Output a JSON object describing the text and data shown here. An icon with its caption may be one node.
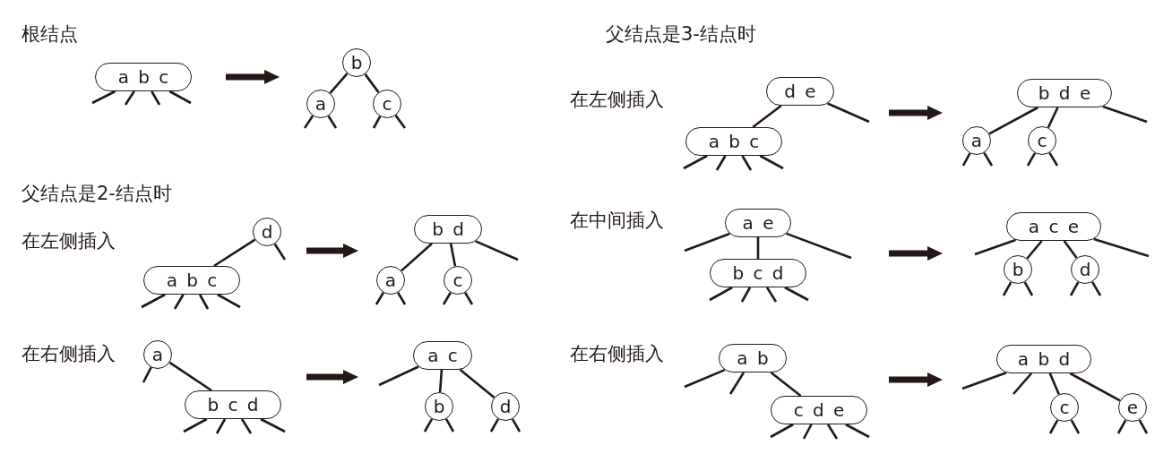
{
  "diagram": {
    "nodes": [
      {
        "text": [],
        "shape": "picture"
      },
      {
        "text": [
          "a b c"
        ],
        "in": 0
      },
      {
        "text": [],
        "shape": "picture"
      },
      {
        "text": [
          "b"
        ],
        "in": 2
      },
      {
        "text": [
          "a"
        ],
        "in": 2
      },
      {
        "text": [
          "c"
        ],
        "in": 2
      },
      {
        "text": [],
        "shape": "picture"
      },
      {
        "text": [
          "d"
        ],
        "in": 6
      },
      {
        "text": [
          "a b c"
        ],
        "in": 6
      },
      {
        "text": [],
        "shape": "picture"
      },
      {
        "text": [
          "b d"
        ],
        "in": 9
      },
      {
        "text": [
          "a"
        ],
        "in": 9
      },
      {
        "text": [
          "c"
        ],
        "in": 9
      },
      {
        "text": [],
        "shape": "picture"
      },
      {
        "text": [
          "a"
        ],
        "in": 13
      },
      {
        "text": [
          "b c d"
        ],
        "in": 13
      },
      {
        "text": [],
        "shape": "picture"
      },
      {
        "text": [
          "a c"
        ],
        "in": 16
      },
      {
        "text": [
          "b"
        ],
        "in": 16
      },
      {
        "text": [
          "d"
        ],
        "in": 16
      },
      {
        "text": [],
        "shape": "picture"
      },
      {
        "text": [
          "d e"
        ],
        "in": 20
      },
      {
        "text": [
          "a b c"
        ],
        "in": 20
      },
      {
        "text": [],
        "shape": "picture"
      },
      {
        "text": [
          "b d e"
        ],
        "in": 23
      },
      {
        "text": [
          "a"
        ],
        "in": 23
      },
      {
        "text": [
          "c"
        ],
        "in": 23
      },
      {
        "text": [],
        "shape": "picture"
      },
      {
        "text": [
          "a e"
        ],
        "in": 27
      },
      {
        "text": [
          "b c d"
        ],
        "in": 27
      },
      {
        "text": [],
        "shape": "picture"
      },
      {
        "text": [
          "a c e"
        ],
        "in": 30
      },
      {
        "text": [
          "b"
        ],
        "in": 30
      },
      {
        "text": [
          "d"
        ],
        "in": 30
      },
      {
        "text": [],
        "shape": "picture"
      },
      {
        "text": [
          "a b"
        ],
        "in": 34
      },
      {
        "text": [
          "c d e"
        ],
        "in": 34
      },
      {
        "text": [],
        "shape": "picture"
      },
      {
        "text": [
          "a b d"
        ],
        "in": 37
      },
      {
        "text": [
          "c"
        ],
        "in": 37
      },
      {
        "text": [
          "e"
        ],
        "in": 37
      }
    ],
    "edges": [
      {
        "from": 1,
        "to": null,
        "arrow": "none"
      },
      {
        "from": 1,
        "to": null,
        "arrow": "none"
      },
      {
        "from": 1,
        "to": null,
        "arrow": "none"
      },
      {
        "from": 1,
        "to": null,
        "arrow": "none"
      },
      {
        "from": 0,
        "to": 2,
        "arrow": "to",
        "style": "thick"
      },
      {
        "from": 3,
        "to": 4,
        "arrow": "none"
      },
      {
        "from": 3,
        "to": 5,
        "arrow": "none"
      },
      {
        "from": 4,
        "to": null,
        "arrow": "none"
      },
      {
        "from": 4,
        "to": null,
        "arrow": "none"
      },
      {
        "from": 5,
        "to": null,
        "arrow": "none"
      },
      {
        "from": 5,
        "to": null,
        "arrow": "none"
      },
      {
        "from": 7,
        "to": 8,
        "arrow": "none"
      },
      {
        "from": 7,
        "to": null,
        "arrow": "none"
      },
      {
        "from": 8,
        "to": null,
        "arrow": "none"
      },
      {
        "from": 8,
        "to": null,
        "arrow": "none"
      },
      {
        "from": 8,
        "to": null,
        "arrow": "none"
      },
      {
        "from": 8,
        "to": null,
        "arrow": "none"
      },
      {
        "from": 6,
        "to": 9,
        "arrow": "to",
        "style": "thick"
      },
      {
        "from": 10,
        "to": 11,
        "arrow": "none"
      },
      {
        "from": 10,
        "to": 12,
        "arrow": "none"
      },
      {
        "from": 10,
        "to": null,
        "arrow": "none"
      },
      {
        "from": 11,
        "to": null,
        "arrow": "none"
      },
      {
        "from": 11,
        "to": null,
        "arrow": "none"
      },
      {
        "from": 12,
        "to": null,
        "arrow": "none"
      },
      {
        "from": 12,
        "to": null,
        "arrow": "none"
      },
      {
        "from": 14,
        "to": 15,
        "arrow": "none"
      },
      {
        "from": 14,
        "to": null,
        "arrow": "none"
      },
      {
        "from": 15,
        "to": null,
        "arrow": "none"
      },
      {
        "from": 15,
        "to": null,
        "arrow": "none"
      },
      {
        "from": 15,
        "to": null,
        "arrow": "none"
      },
      {
        "from": 15,
        "to": null,
        "arrow": "none"
      },
      {
        "from": 13,
        "to": 16,
        "arrow": "to",
        "style": "thick"
      },
      {
        "from": 17,
        "to": 18,
        "arrow": "none"
      },
      {
        "from": 17,
        "to": 19,
        "arrow": "none"
      },
      {
        "from": 17,
        "to": null,
        "arrow": "none"
      },
      {
        "from": 18,
        "to": null,
        "arrow": "none"
      },
      {
        "from": 18,
        "to": null,
        "arrow": "none"
      },
      {
        "from": 19,
        "to": null,
        "arrow": "none"
      },
      {
        "from": 19,
        "to": null,
        "arrow": "none"
      },
      {
        "from": 21,
        "to": 22,
        "arrow": "none"
      },
      {
        "from": 21,
        "to": null,
        "arrow": "none"
      },
      {
        "from": 22,
        "to": null,
        "arrow": "none"
      },
      {
        "from": 22,
        "to": null,
        "arrow": "none"
      },
      {
        "from": 22,
        "to": null,
        "arrow": "none"
      },
      {
        "from": 22,
        "to": null,
        "arrow": "none"
      },
      {
        "from": 20,
        "to": 23,
        "arrow": "to",
        "style": "thick"
      },
      {
        "from": 24,
        "to": 25,
        "arrow": "none"
      },
      {
        "from": 24,
        "to": 26,
        "arrow": "none"
      },
      {
        "from": 24,
        "to": null,
        "arrow": "none"
      },
      {
        "from": 25,
        "to": null,
        "arrow": "none"
      },
      {
        "from": 25,
        "to": null,
        "arrow": "none"
      },
      {
        "from": 26,
        "to": null,
        "arrow": "none"
      },
      {
        "from": 26,
        "to": null,
        "arrow": "none"
      },
      {
        "from": 28,
        "to": 29,
        "arrow": "none"
      },
      {
        "from": 28,
        "to": null,
        "arrow": "none"
      },
      {
        "from": 28,
        "to": null,
        "arrow": "none"
      },
      {
        "from": 29,
        "to": null,
        "arrow": "none"
      },
      {
        "from": 29,
        "to": null,
        "arrow": "none"
      },
      {
        "from": 29,
        "to": null,
        "arrow": "none"
      },
      {
        "from": 29,
        "to": null,
        "arrow": "none"
      },
      {
        "from": 27,
        "to": 30,
        "arrow": "to",
        "style": "thick"
      },
      {
        "from": 31,
        "to": 32,
        "arrow": "none"
      },
      {
        "from": 31,
        "to": 33,
        "arrow": "none"
      },
      {
        "from": 31,
        "to": null,
        "arrow": "none"
      },
      {
        "from": 31,
        "to": null,
        "arrow": "none"
      },
      {
        "from": 32,
        "to": null,
        "arrow": "none"
      },
      {
        "from": 32,
        "to": null,
        "arrow": "none"
      },
      {
        "from": 33,
        "to": null,
        "arrow": "none"
      },
      {
        "from": 33,
        "to": null,
        "arrow": "none"
      },
      {
        "from": 35,
        "to": 36,
        "arrow": "none"
      },
      {
        "from": 35,
        "to": null,
        "arrow": "none"
      },
      {
        "from": 35,
        "to": null,
        "arrow": "none"
      },
      {
        "from": 36,
        "to": null,
        "arrow": "none"
      },
      {
        "from": 36,
        "to": null,
        "arrow": "none"
      },
      {
        "from": 36,
        "to": null,
        "arrow": "none"
      },
      {
        "from": 36,
        "to": null,
        "arrow": "none"
      },
      {
        "from": 34,
        "to": 37,
        "arrow": "to",
        "style": "thick"
      },
      {
        "from": 38,
        "to": 39,
        "arrow": "none"
      },
      {
        "from": 38,
        "to": 40,
        "arrow": "none"
      },
      {
        "from": 38,
        "to": null,
        "arrow": "none"
      },
      {
        "from": 38,
        "to": null,
        "arrow": "none"
      },
      {
        "from": 39,
        "to": null,
        "arrow": "none"
      },
      {
        "from": 39,
        "to": null,
        "arrow": "none"
      },
      {
        "from": 40,
        "to": null,
        "arrow": "none"
      },
      {
        "from": 40,
        "to": null,
        "arrow": "none"
      }
    ],
    "labels": [
      "根结点",
      "父结点是2-结点时",
      "在左侧插入",
      "在右侧插入",
      "父结点是3-结点时",
      "在左侧插入",
      "在中间插入",
      "在右侧插入"
    ]
  }
}
